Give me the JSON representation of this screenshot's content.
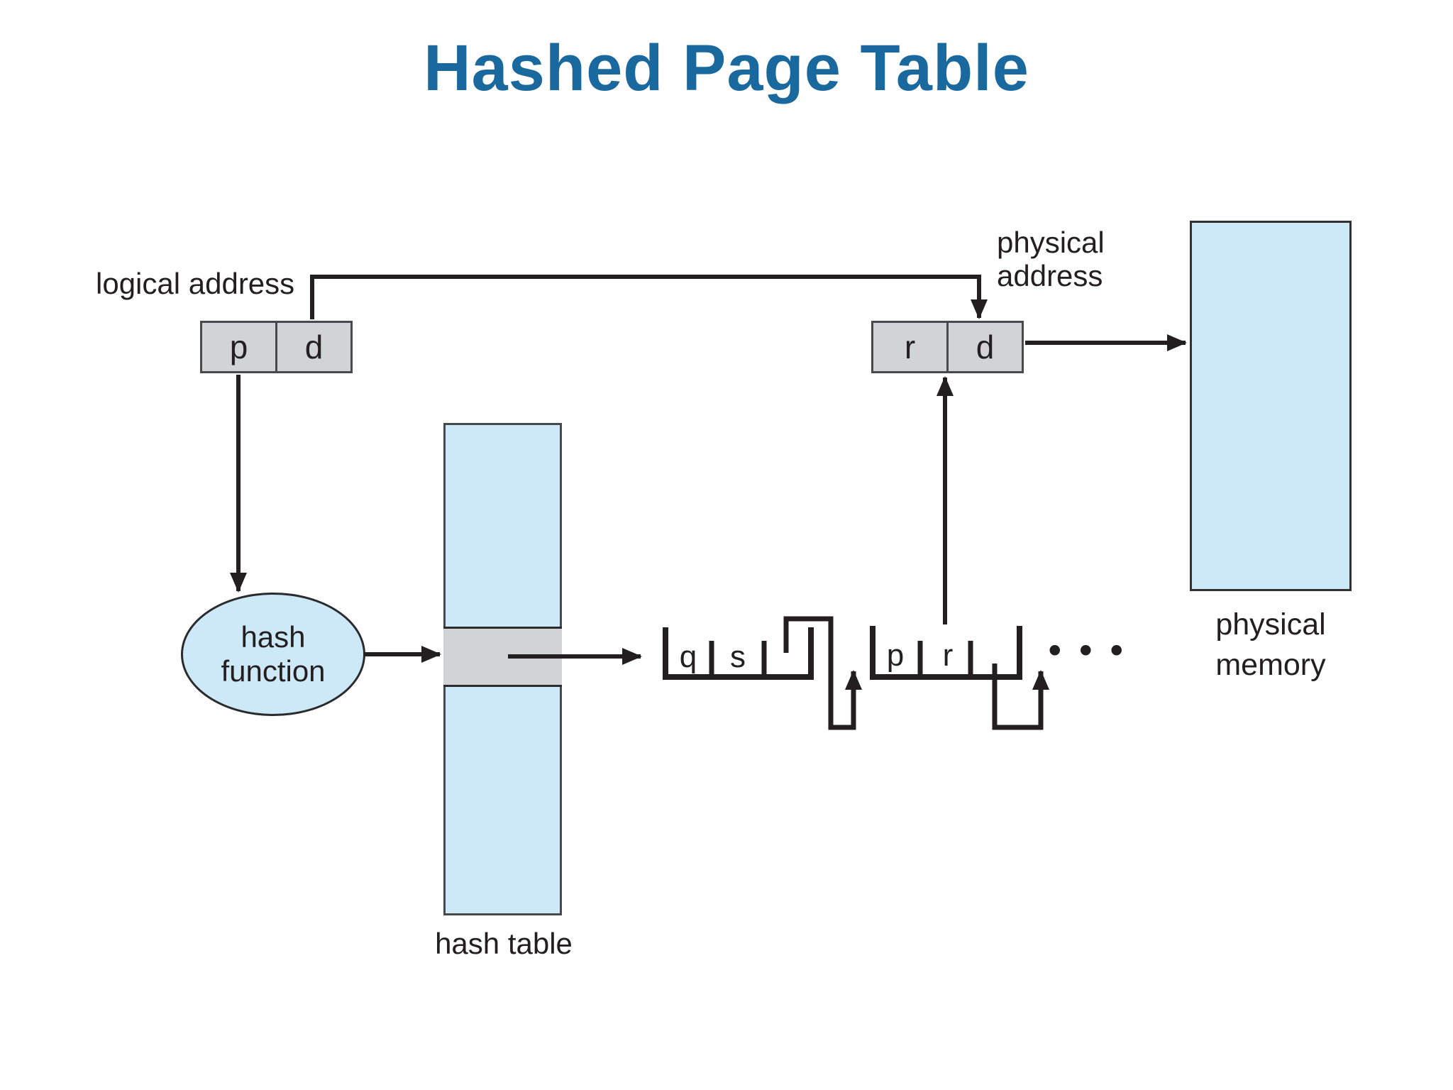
{
  "title": "Hashed Page Table",
  "labels": {
    "logical_address": "logical address",
    "physical_address": [
      "physical",
      "address"
    ],
    "physical_memory": [
      "physical",
      "memory"
    ],
    "hash_function": [
      "hash",
      "function"
    ],
    "hash_table": "hash table"
  },
  "logical_address_box": {
    "page_field": "p",
    "offset_field": "d"
  },
  "physical_address_box": {
    "frame_field": "r",
    "offset_field": "d"
  },
  "chain": {
    "node1": {
      "field1": "q",
      "field2": "s"
    },
    "node2": {
      "field1": "p",
      "field2": "r"
    },
    "ellipsis": "•••"
  },
  "colors": {
    "title": "#1a699e",
    "light_blue_fill": "#cde8f7",
    "gray_fill": "#d2d3d5",
    "line": "#231f20",
    "border": "#48494b"
  }
}
